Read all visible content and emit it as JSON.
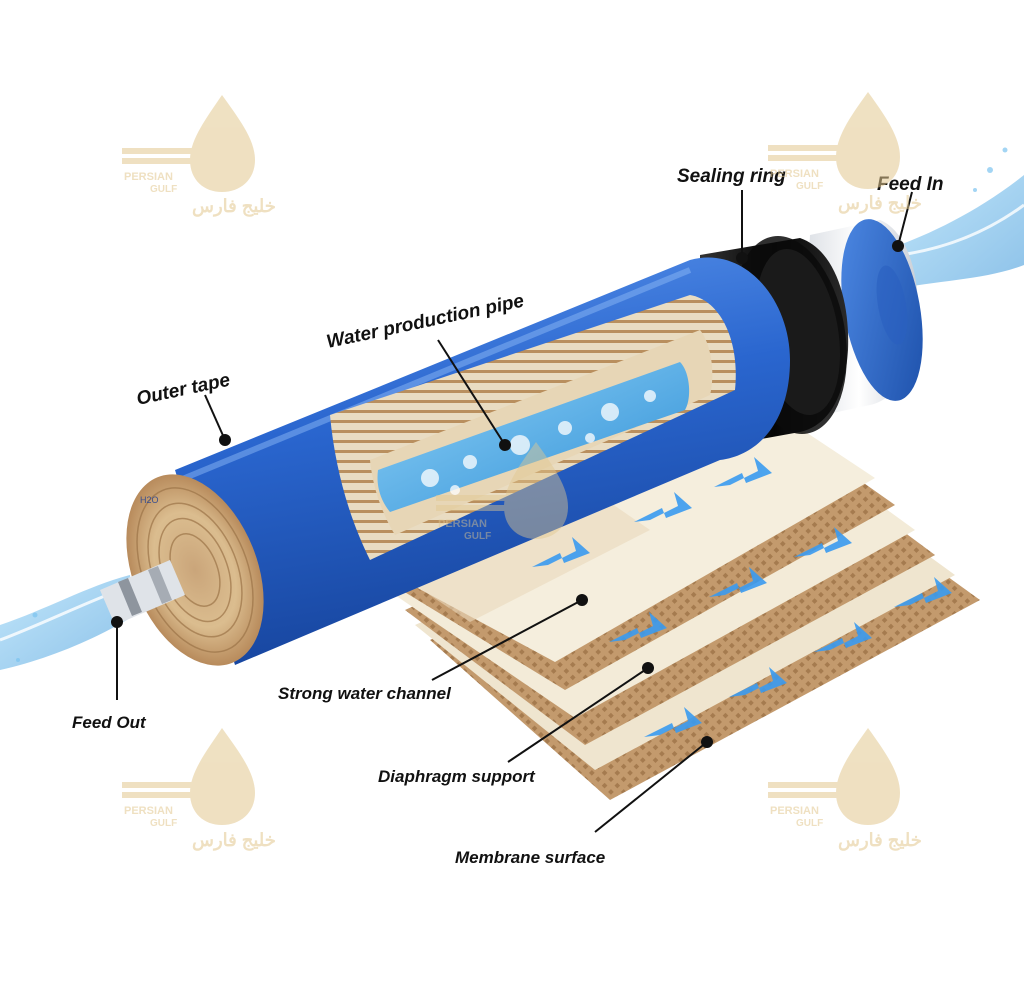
{
  "labels": {
    "sealing_ring": "Sealing ring",
    "feed_in": "Feed In",
    "water_production_pipe": "Water production pipe",
    "outer_tape": "Outer tape",
    "feed_out": "Feed Out",
    "strong_water_channel": "Strong water channel",
    "diaphragm_support": "Diaphragm support",
    "membrane_surface": "Membrane surface"
  },
  "end_cap_mark": "H2O",
  "watermark": {
    "line1": "PERSIAN",
    "line2": "GULF",
    "arabic": "خلیج فارس"
  },
  "colors": {
    "membrane_blue": "#2f6fd6",
    "sealing_ring": "#111111",
    "layer_tan": "#c49a6c",
    "layer_cream": "#f1e8d4",
    "flow_arrow": "#3a9bf0",
    "water": "#5aaee6",
    "watermark_gold": "#e2c88f"
  }
}
